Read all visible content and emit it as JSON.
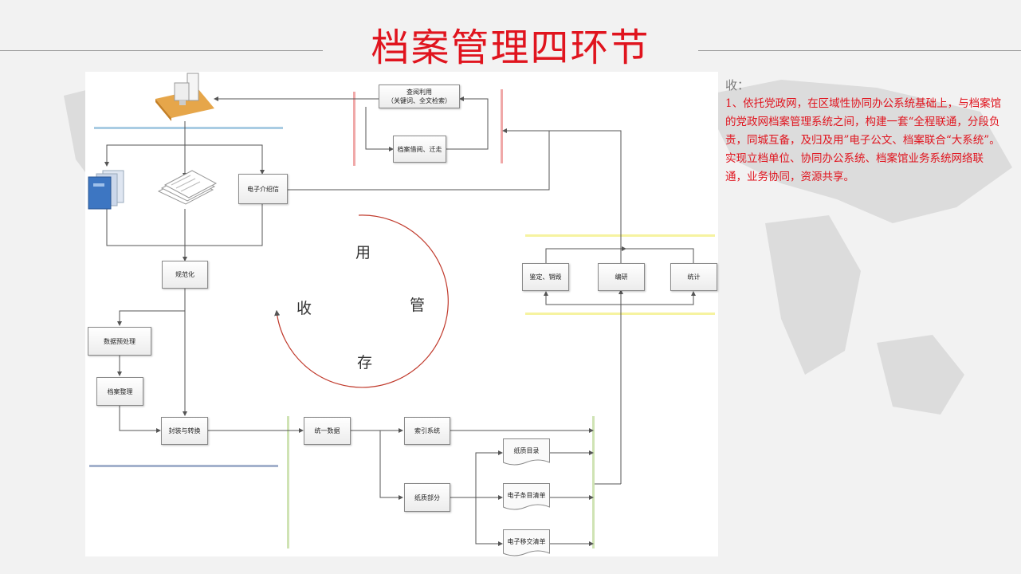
{
  "slide": {
    "title": "档案管理四环节"
  },
  "diagram": {
    "nodes": {
      "query_use_line1": "查阅利用",
      "query_use_line2": "（关键词、全文检索）",
      "borrow": "档案借阅、迁走",
      "e_letter": "电子介绍信",
      "normalize": "规范化",
      "preprocess": "数据预处理",
      "arrange": "档案整理",
      "package": "封装与转换",
      "unify": "统一数据",
      "index": "索引系统",
      "paper": "纸质部分",
      "appraise": "鉴定、销毁",
      "compile": "编研",
      "stats": "统计"
    },
    "documents": {
      "paper_catalog": "纸质目录",
      "e_item_list": "电子条目清单",
      "e_transfer_list": "电子移交清单"
    },
    "cycle": {
      "use": "用",
      "manage": "管",
      "store": "存",
      "collect": "收"
    }
  },
  "note": {
    "heading": "收：",
    "body": "1、依托党政网，在区域性协同办公系统基础上，与档案馆的党政网档案管理系统之间，构建一套“全程联通，分段负责，同城互备，及归及用”电子公文、档案联合“大系统”。实现立档单位、协同办公系统、档案馆业务系统网络联通，业务协同，资源共享。"
  },
  "colors": {
    "title": "#e0141e",
    "note_text": "#e0141e",
    "bar_blue": "#a9cce3",
    "bar_navy": "#a3b1cc",
    "bar_pink": "#f0a8a8",
    "bar_yellow": "#f6f3a0",
    "bar_green": "#cfe3b4",
    "cycle_arc": "#c0392b"
  },
  "icons": {
    "workstation": "computer-workstation-icon",
    "folders": "blue-folders-icon",
    "papers": "paper-documents-icon"
  }
}
